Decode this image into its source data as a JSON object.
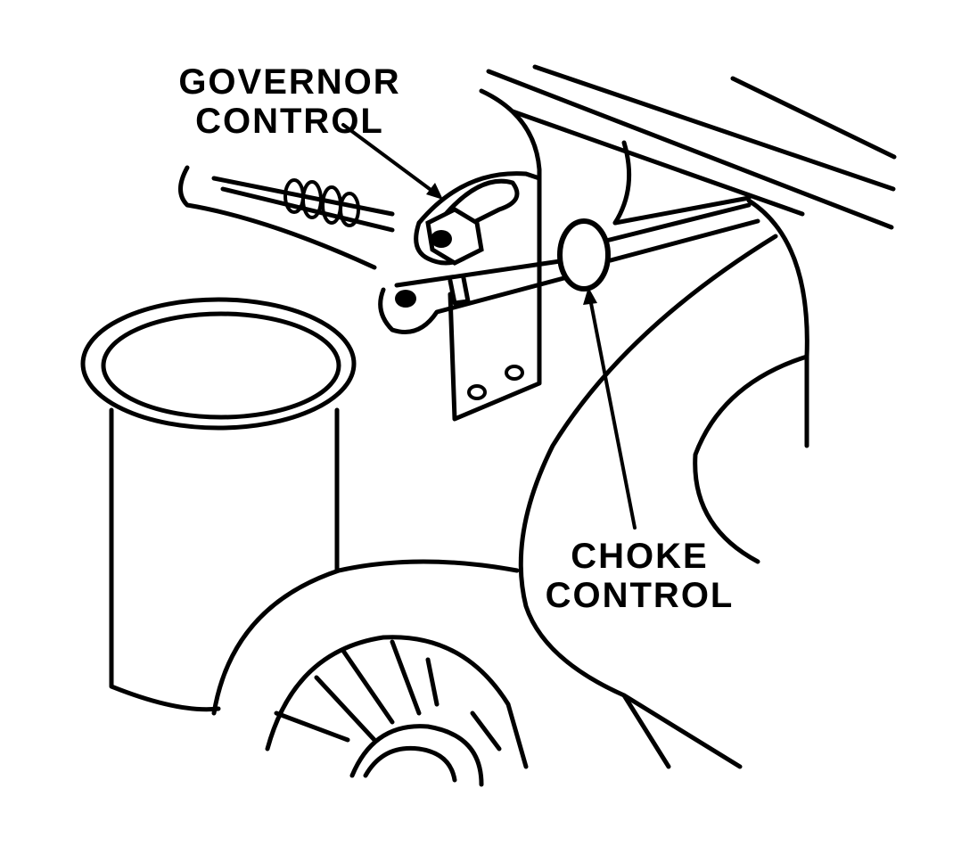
{
  "labels": {
    "governor": {
      "line1": "GOVERNOR",
      "line2": "CONTROL"
    },
    "choke": {
      "line1": "CHOKE",
      "line2": "CONTROL"
    }
  },
  "colors": {
    "ink": "#000000",
    "paper": "#ffffff"
  }
}
